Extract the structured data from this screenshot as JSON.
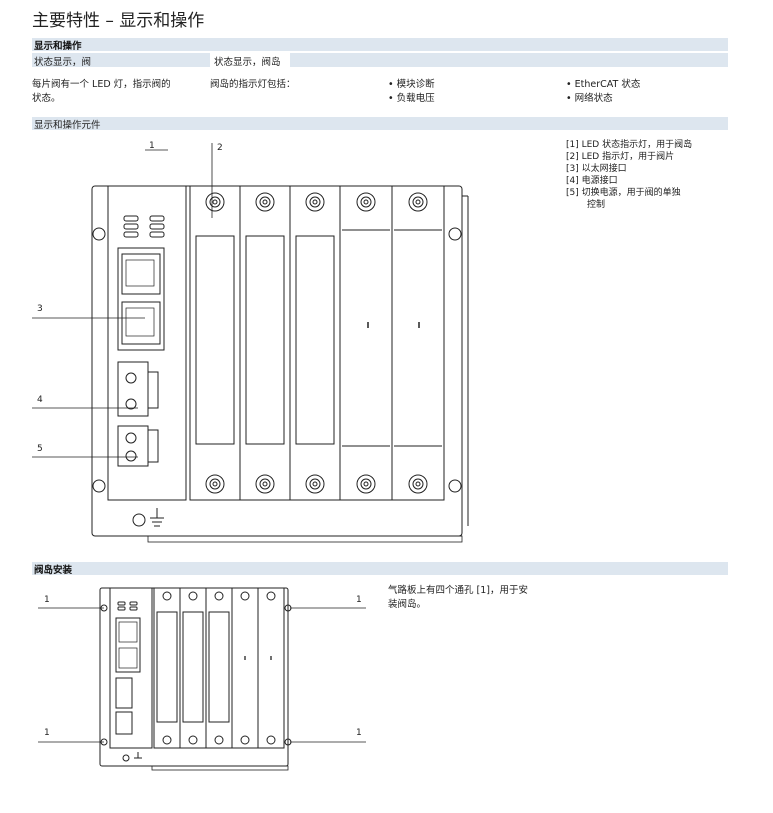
{
  "page": {
    "title": "主要特性 – 显示和操作"
  },
  "section1": {
    "header": "显示和操作",
    "sub_left": "状态显示，阀",
    "sub_mid": "状态显示，阀岛",
    "col1_line1": "每片阀有一个 LED 灯，指示阀的",
    "col1_line2": "状态。",
    "col2": "阀岛的指示灯包括：",
    "col3_items": [
      "模块诊断",
      "负载电压"
    ],
    "col4_items": [
      "EtherCAT 状态",
      "网络状态"
    ],
    "elements_header": "显示和操作元件"
  },
  "figure1": {
    "callouts": [
      "1",
      "2",
      "3",
      "4",
      "5"
    ],
    "legend": [
      "[1]  LED 状态指示灯，用于阀岛",
      "[2]  LED 指示灯，用于阀片",
      "[3]  以太网接口",
      "[4]  电源接口",
      "[5]  切换电源，用于阀的单独",
      "控制"
    ]
  },
  "section2": {
    "header": "阀岛安装",
    "callouts": [
      "1",
      "1",
      "1",
      "1"
    ],
    "text_line1": "气路板上有四个通孔 [1]，用于安",
    "text_line2": "装阀岛。"
  },
  "colors": {
    "band": "#dde6ef",
    "drawing_stroke": "#222222"
  }
}
